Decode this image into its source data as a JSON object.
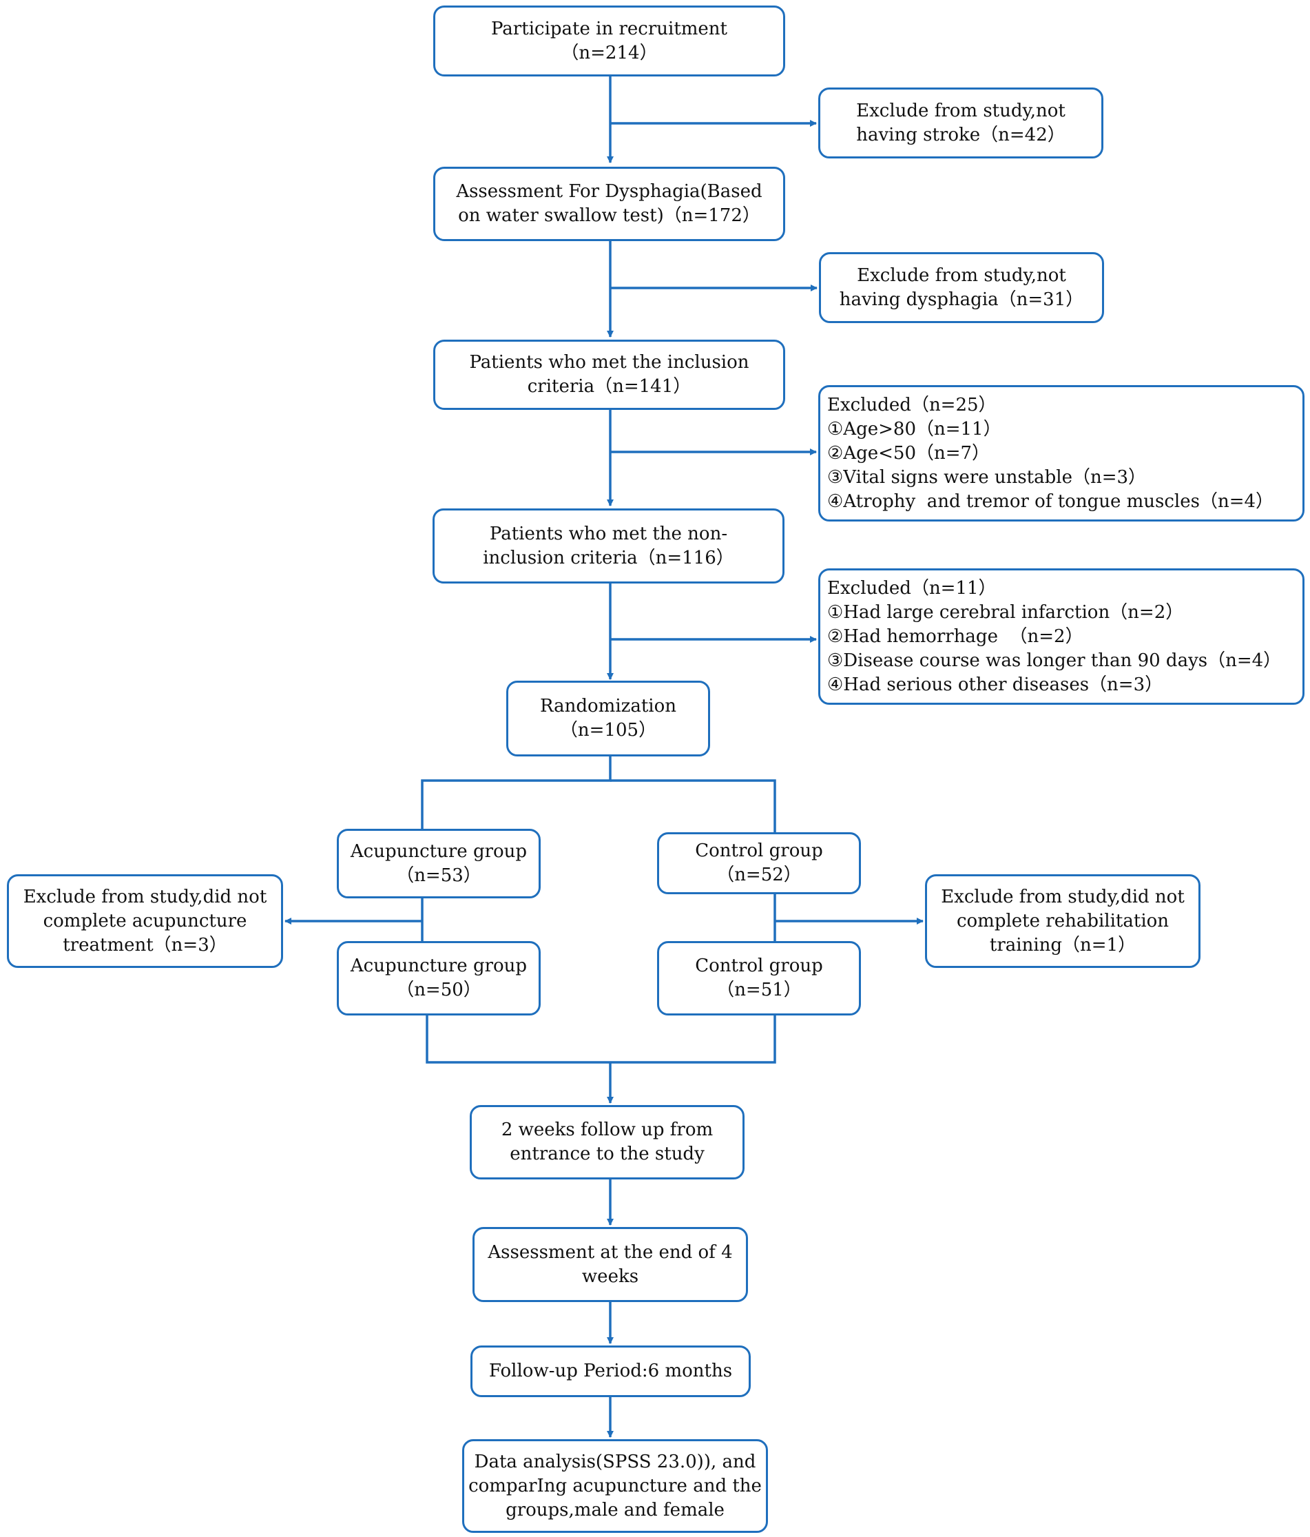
{
  "diagram": {
    "boxes": {
      "recruitment": [
        "Participate in recruitment",
        "（n=214）"
      ],
      "exclude_stroke": [
        "Exclude from study,not",
        "having stroke（n=42）"
      ],
      "assessment_dysphagia": [
        "Assessment For Dysphagia(Based",
        "on water swallow test)（n=172）"
      ],
      "exclude_dysphagia": [
        "Exclude from study,not",
        "having dysphagia（n=31）"
      ],
      "inclusion": [
        "Patients who met the inclusion",
        "criteria（n=141）"
      ],
      "excluded_25": [
        "Excluded（n=25）",
        "①Age>80（n=11）",
        "②Age<50（n=7）",
        "③Vital signs were unstable（n=3）",
        "④Atrophy  and tremor of tongue muscles（n=4）"
      ],
      "non_inclusion": [
        "Patients who met the non-",
        "inclusion criteria（n=116）"
      ],
      "excluded_11": [
        "Excluded（n=11）",
        "①Had large cerebral infarction（n=2）",
        "②Had hemorrhage  （n=2）",
        "③Disease course was longer than 90 days（n=4）",
        "④Had serious other diseases（n=3）"
      ],
      "randomization": [
        "Randomization",
        "（n=105）"
      ],
      "acupuncture_53": [
        "Acupuncture group",
        "（n=53）"
      ],
      "control_52": [
        "Control group",
        "（n=52）"
      ],
      "exclude_acupuncture": [
        "Exclude from study,did not",
        "complete acupuncture",
        "treatment（n=3）"
      ],
      "exclude_rehab": [
        "Exclude from study,did not",
        "complete rehabilitation",
        "training（n=1）"
      ],
      "acupuncture_50": [
        "Acupuncture group",
        "（n=50）"
      ],
      "control_51": [
        "Control group",
        "（n=51）"
      ],
      "followup_2wk": [
        "2 weeks follow up from",
        "entrance to the study"
      ],
      "assessment_4wk": [
        "Assessment at the end of 4",
        "weeks"
      ],
      "followup_6mo": [
        "Follow-up Period:6 months"
      ],
      "data_analysis": [
        "Data analysis(SPSS 23.0)), and",
        "comparIng acupuncture and the",
        "groups,male and female"
      ]
    }
  }
}
